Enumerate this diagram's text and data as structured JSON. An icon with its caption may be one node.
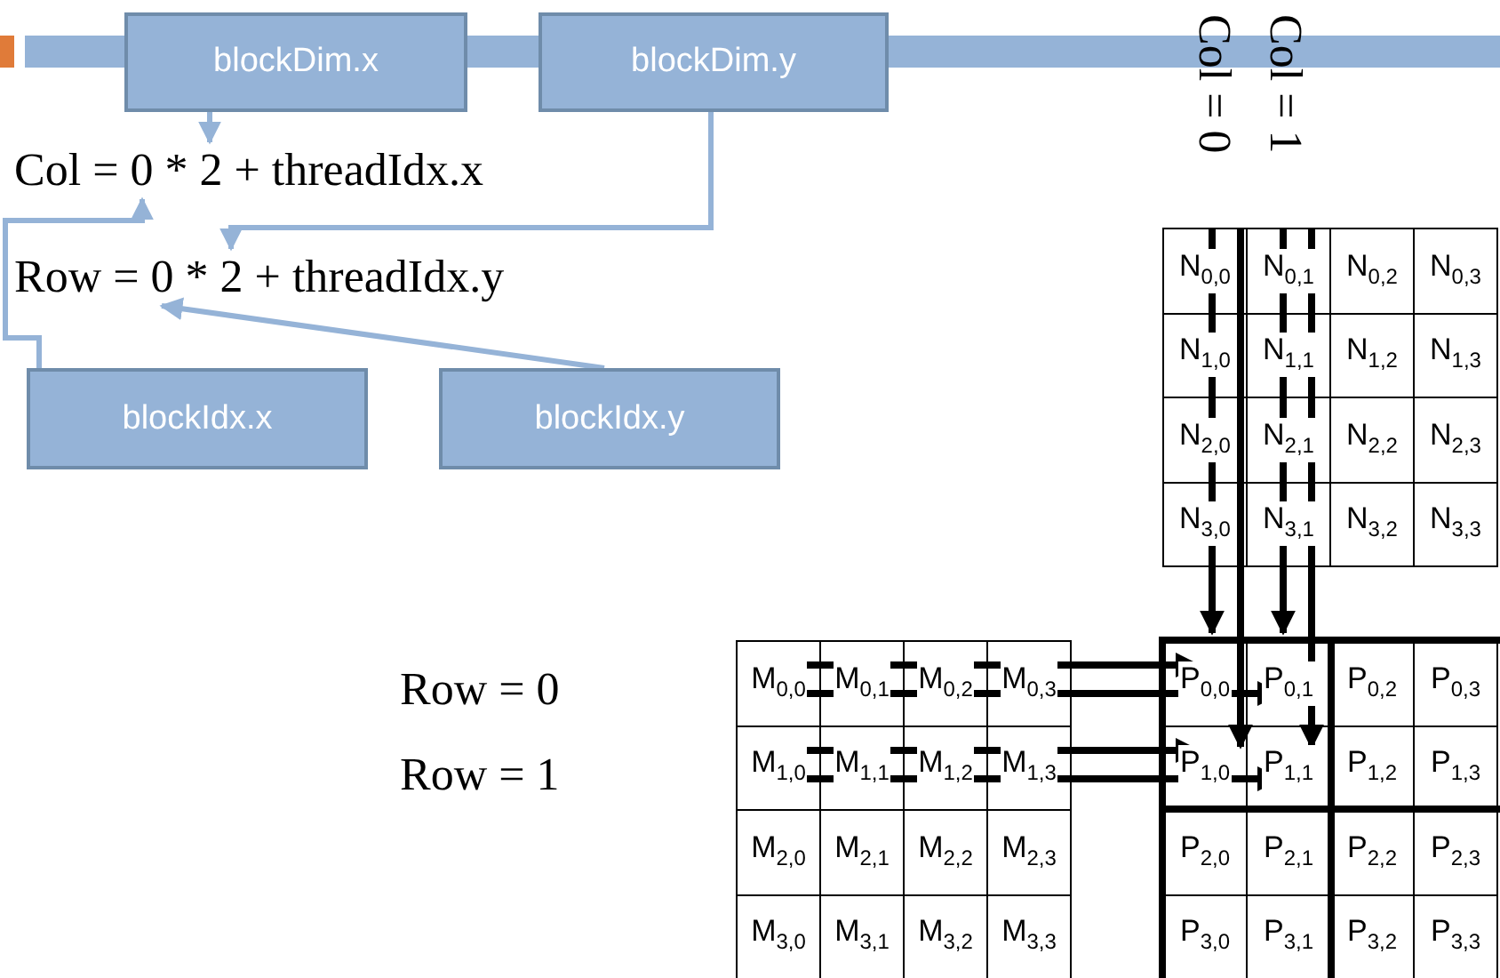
{
  "diagram": {
    "nodes": [
      {
        "text": [
          "blockDim.x"
        ]
      },
      {
        "text": [
          "blockDim.y"
        ]
      },
      {
        "text": [
          "blockIdx.x"
        ]
      },
      {
        "text": [
          "blockIdx.y"
        ]
      },
      {
        "text": [
          "Col = 0 * 2 + threadIdx.x"
        ]
      },
      {
        "text": [
          "Row = 0 * 2 + threadIdx.y"
        ]
      }
    ],
    "edges": [
      {
        "from": 0,
        "to": 4,
        "arrow": "to"
      },
      {
        "from": 1,
        "to": 5,
        "arrow": "to"
      },
      {
        "from": 2,
        "to": 4,
        "arrow": "to"
      },
      {
        "from": 3,
        "to": 5,
        "arrow": "to"
      }
    ],
    "labels": [
      "Col = 0",
      "Col = 1",
      "N$_{0,0}$",
      "N$_{0,1}$",
      "N$_{0,2}$",
      "N$_{0,3}$",
      "N$_{1,0}$",
      "N$_{1,1}$",
      "N$_{1,2}$",
      "N$_{1,3}$",
      "N$_{2,0}$",
      "N$_{2,1}$",
      "N$_{2,2}$",
      "N$_{2,3}$",
      "N$_{3,0}$",
      "N$_{3,1}$",
      "N$_{3,2}$",
      "N$_{3,3}$",
      "Row = 0",
      "Row = 1",
      "M$_{0,0}$",
      "M$_{0,1}$",
      "M$_{0,2}$",
      "M$_{0,3}$",
      "M$_{1,0}$",
      "M$_{1,1}$",
      "M$_{1,2}$",
      "M$_{1,3}$",
      "M$_{2,0}$",
      "M$_{2,1}$",
      "M$_{2,2}$",
      "M$_{2,3}$",
      "M$_{3,0}$",
      "M$_{3,1}$",
      "M$_{3,2}$",
      "M$_{3,3}$",
      "P$_{0,0}$",
      "P$_{0,1}$",
      "P$_{0,2}$",
      "P$_{0,3}$",
      "P$_{1,0}$",
      "P$_{1,1}$",
      "P$_{1,2}$",
      "P$_{1,3}$",
      "P$_{2,0}$",
      "P$_{2,1}$",
      "P$_{2,2}$",
      "P$_{2,3}$",
      "P$_{3,0}$",
      "P$_{3,1}$",
      "P$_{3,2}$",
      "P$_{3,3}$"
    ]
  }
}
